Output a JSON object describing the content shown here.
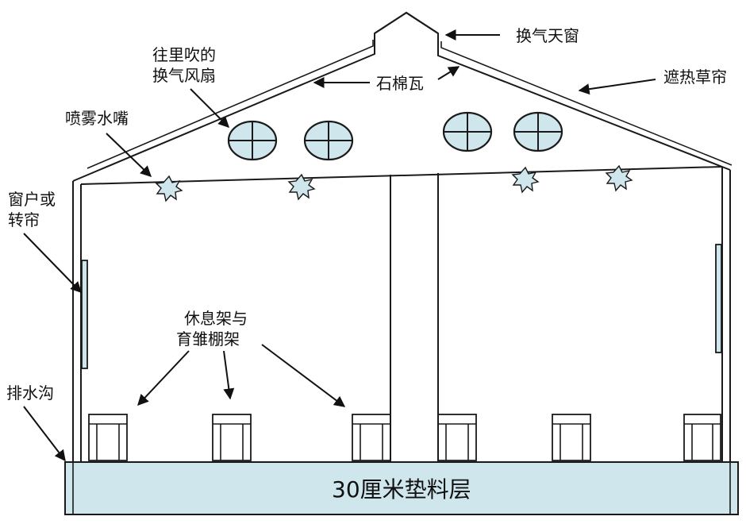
{
  "colors": {
    "fill_light_blue": "#cfe6ec",
    "line": "#1a1a1a"
  },
  "labels": {
    "skylight": "换气天窗",
    "asbestos_tile": "石棉瓦",
    "thermal_straw": "遮热草帘",
    "fan_line1": "往里吹的",
    "fan_line2": "换气风扇",
    "sprinkler": "喷雾水嘴",
    "window_line1": "窗户或",
    "window_line2": "转帘",
    "rack_line1": "休息架与",
    "rack_line2": "育雏棚架",
    "drain": "排水沟",
    "bedding": "30厘米垫料层"
  },
  "icons": {
    "fan": "ventilation-fan-icon",
    "sprinkler": "spray-nozzle-icon"
  }
}
